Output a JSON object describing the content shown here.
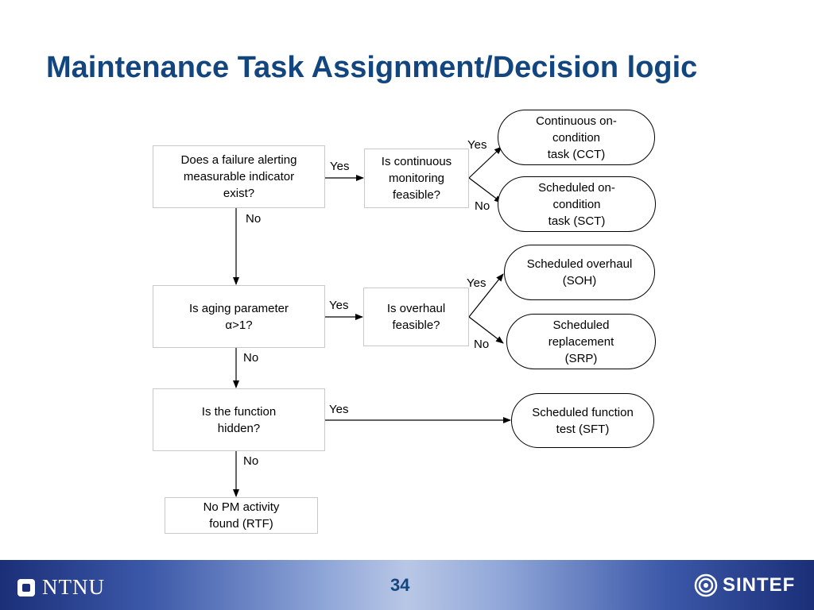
{
  "title": "Maintenance Task Assignment/Decision logic",
  "decisions": {
    "q1": [
      "Does a failure alerting",
      "measurable indicator",
      "exist?"
    ],
    "q1b": [
      "Is continuous",
      "monitoring",
      "feasible?"
    ],
    "q2": [
      "Is aging parameter",
      "α>1?"
    ],
    "q2b": [
      "Is overhaul",
      "feasible?"
    ],
    "q3": [
      "Is the function",
      "hidden?"
    ],
    "q4": [
      "No PM activity",
      "found (RTF)"
    ]
  },
  "outcomes": {
    "cct": [
      "Continuous on-",
      "condition",
      "task (CCT)"
    ],
    "sct": [
      "Scheduled on-",
      "condition",
      "task (SCT)"
    ],
    "soh": [
      "Scheduled overhaul",
      "(SOH)"
    ],
    "srp": [
      "Scheduled",
      "replacement",
      "(SRP)"
    ],
    "sft": [
      "Scheduled function",
      "test (SFT)"
    ]
  },
  "edge_labels": {
    "yes": "Yes",
    "no": "No"
  },
  "footer": {
    "left_logo": "NTNU",
    "page_number": "34",
    "right_logo": "SINTEF"
  },
  "colors": {
    "title": "#13467f",
    "footer_dark": "#1b2f78",
    "footer_light": "#b9c7e6"
  }
}
